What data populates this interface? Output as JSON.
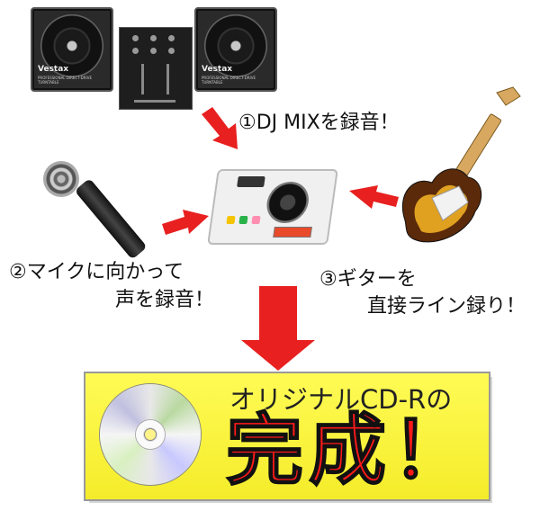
{
  "steps": {
    "step1": "①DJ MIXを録音！",
    "step2_line1": "②マイクに向かって",
    "step2_line2": "声を録音！",
    "step3_line1": "③ギターを",
    "step3_line2": "直接ライン録り！"
  },
  "equipment": {
    "turntable_brand": "Vestax",
    "turntable_subtitle": "PROFESSIONAL DIRECT-DRIVE TURNTABLE"
  },
  "result": {
    "line1": "オリジナルCD-Rの",
    "line2": "完成！"
  },
  "colors": {
    "arrow": "#e82020",
    "banner_bg": "#fff63a",
    "result_text": "#ff1a1a"
  }
}
